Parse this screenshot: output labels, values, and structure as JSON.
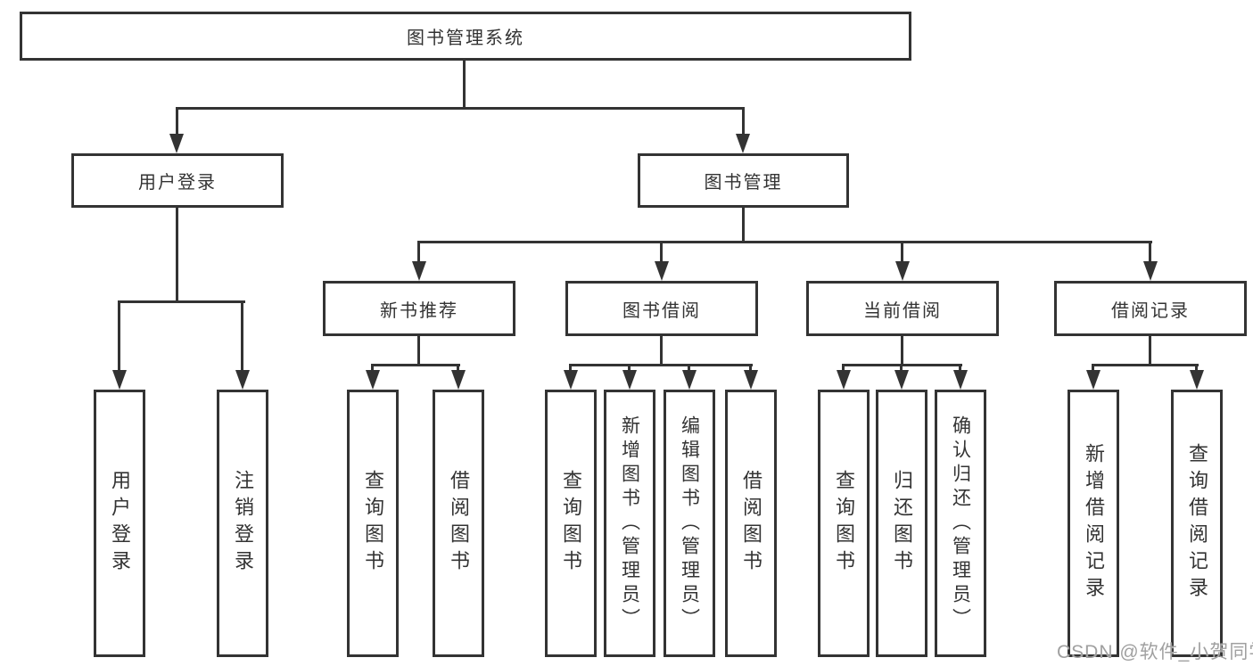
{
  "diagram": {
    "tree": {
      "label": "图书管理系统",
      "children": [
        {
          "label": "用户登录",
          "children": [
            {
              "label": "用户登录"
            },
            {
              "label": "注销登录"
            }
          ]
        },
        {
          "label": "图书管理",
          "children": [
            {
              "label": "新书推荐",
              "children": [
                {
                  "label": "查询图书"
                },
                {
                  "label": "借阅图书"
                }
              ]
            },
            {
              "label": "图书借阅",
              "children": [
                {
                  "label": "查询图书"
                },
                {
                  "label": "新增图书（管理员）"
                },
                {
                  "label": "编辑图书（管理员）"
                },
                {
                  "label": "借阅图书"
                }
              ]
            },
            {
              "label": "当前借阅",
              "children": [
                {
                  "label": "查询图书"
                },
                {
                  "label": "归还图书"
                },
                {
                  "label": "确认归还（管理员）"
                }
              ]
            },
            {
              "label": "借阅记录",
              "children": [
                {
                  "label": "新增借阅记录"
                },
                {
                  "label": "查询借阅记录"
                }
              ]
            }
          ]
        }
      ]
    },
    "colors": {
      "line": "#333333",
      "box_background": "#ffffff",
      "text": "#333333",
      "watermark": "#a0a0a0"
    }
  },
  "watermark": {
    "text": "CSDN @软件_小贺同学"
  }
}
